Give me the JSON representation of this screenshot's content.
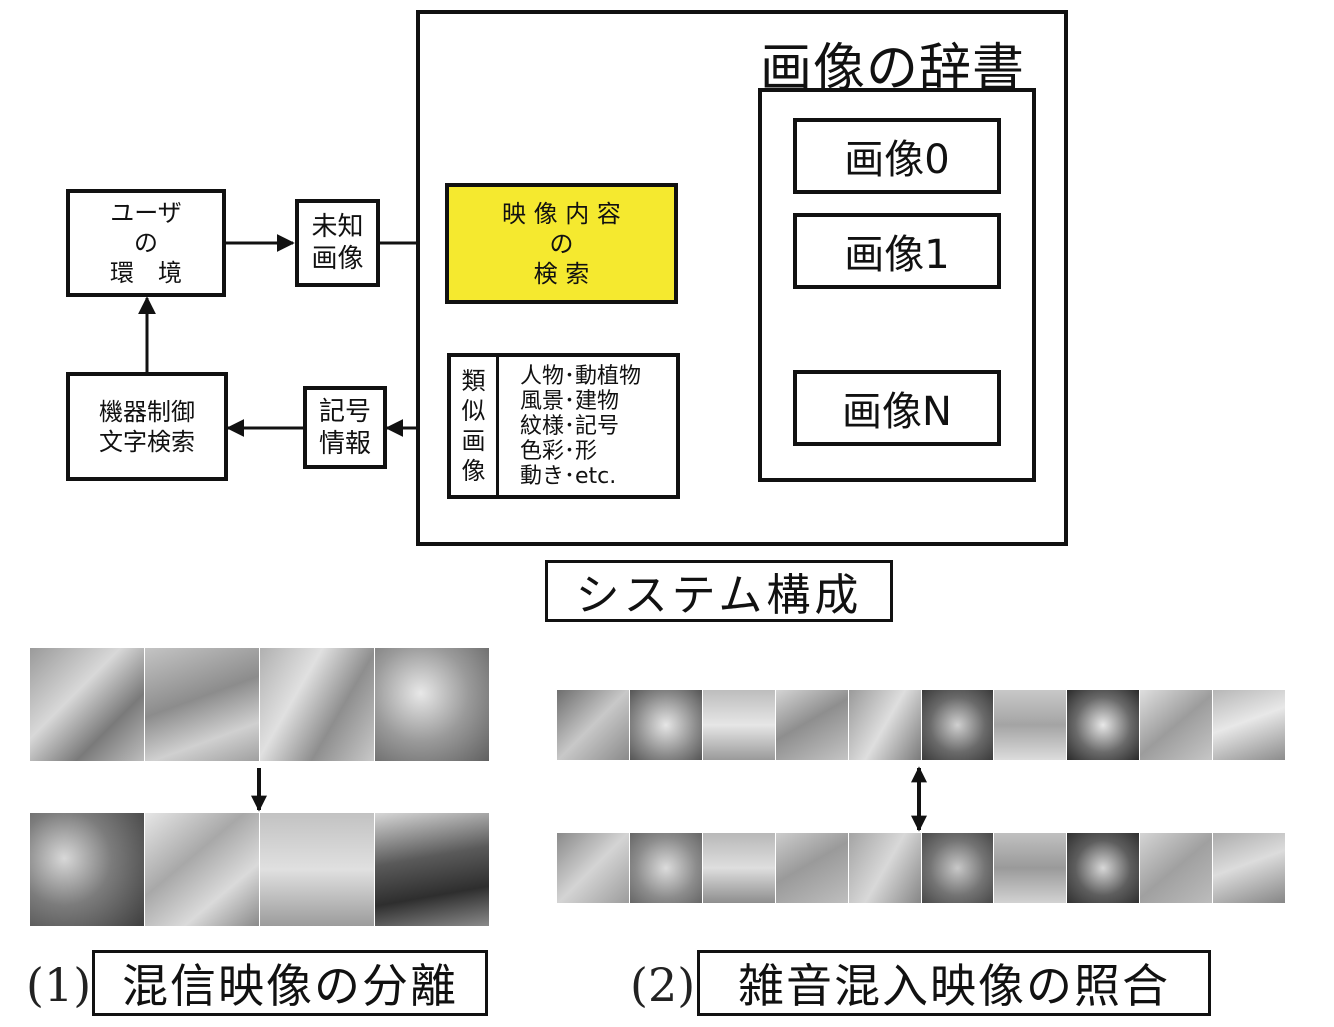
{
  "dictionary": {
    "title": "画像の辞書",
    "images": [
      "画像0",
      "画像1",
      "画像N"
    ]
  },
  "boxes": {
    "user_env": [
      "ユーザ",
      "の",
      "環　境"
    ],
    "unknown_image": [
      "未知",
      "画像"
    ],
    "search": [
      "映 像 内 容",
      "の",
      "検 索"
    ],
    "similar_label": [
      "類",
      "似",
      "画",
      "像"
    ],
    "categories": [
      "人物･動植物",
      "風景･建物",
      "紋様･記号",
      "色彩･形",
      "動き･etc."
    ],
    "symbol_info": [
      "記号",
      "情報"
    ],
    "device_control": [
      "機器制御",
      "文字検索"
    ]
  },
  "system_caption": "システム構成",
  "bottom": {
    "left_number": "(1)",
    "left_caption": "混信映像の分離",
    "right_number": "(2)",
    "right_caption": "雑音混入映像の照合"
  },
  "colors": {
    "search_fill": "#f5e92f",
    "stroke": "#111111"
  }
}
